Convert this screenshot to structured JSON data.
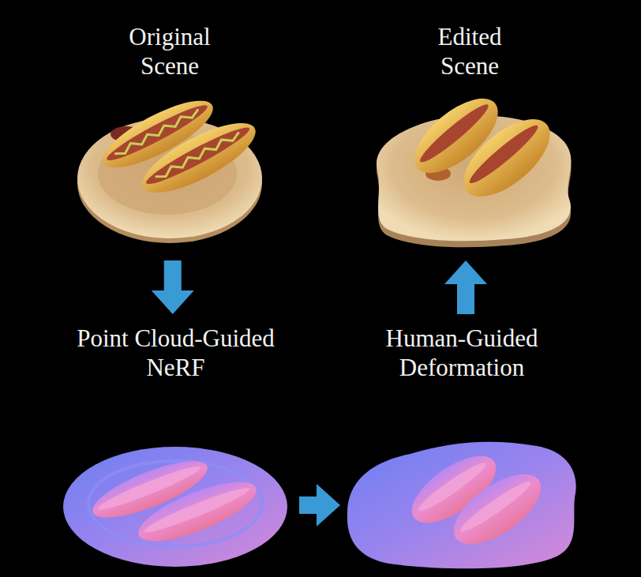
{
  "diagram": {
    "nodes": [
      {
        "text": [
          "Original Scene"
        ]
      },
      {
        "text": [
          "Edited Scene"
        ]
      },
      {
        "text": [
          "Point Cloud-Guided NeRF"
        ]
      },
      {
        "text": [
          "Human-Guided Deformation"
        ]
      }
    ],
    "edges": [
      {
        "from": 0,
        "to": 2,
        "arrow": "to"
      },
      {
        "from": 2,
        "to": 3,
        "arrow": "to"
      },
      {
        "from": 3,
        "to": 1,
        "arrow": "to"
      }
    ]
  }
}
